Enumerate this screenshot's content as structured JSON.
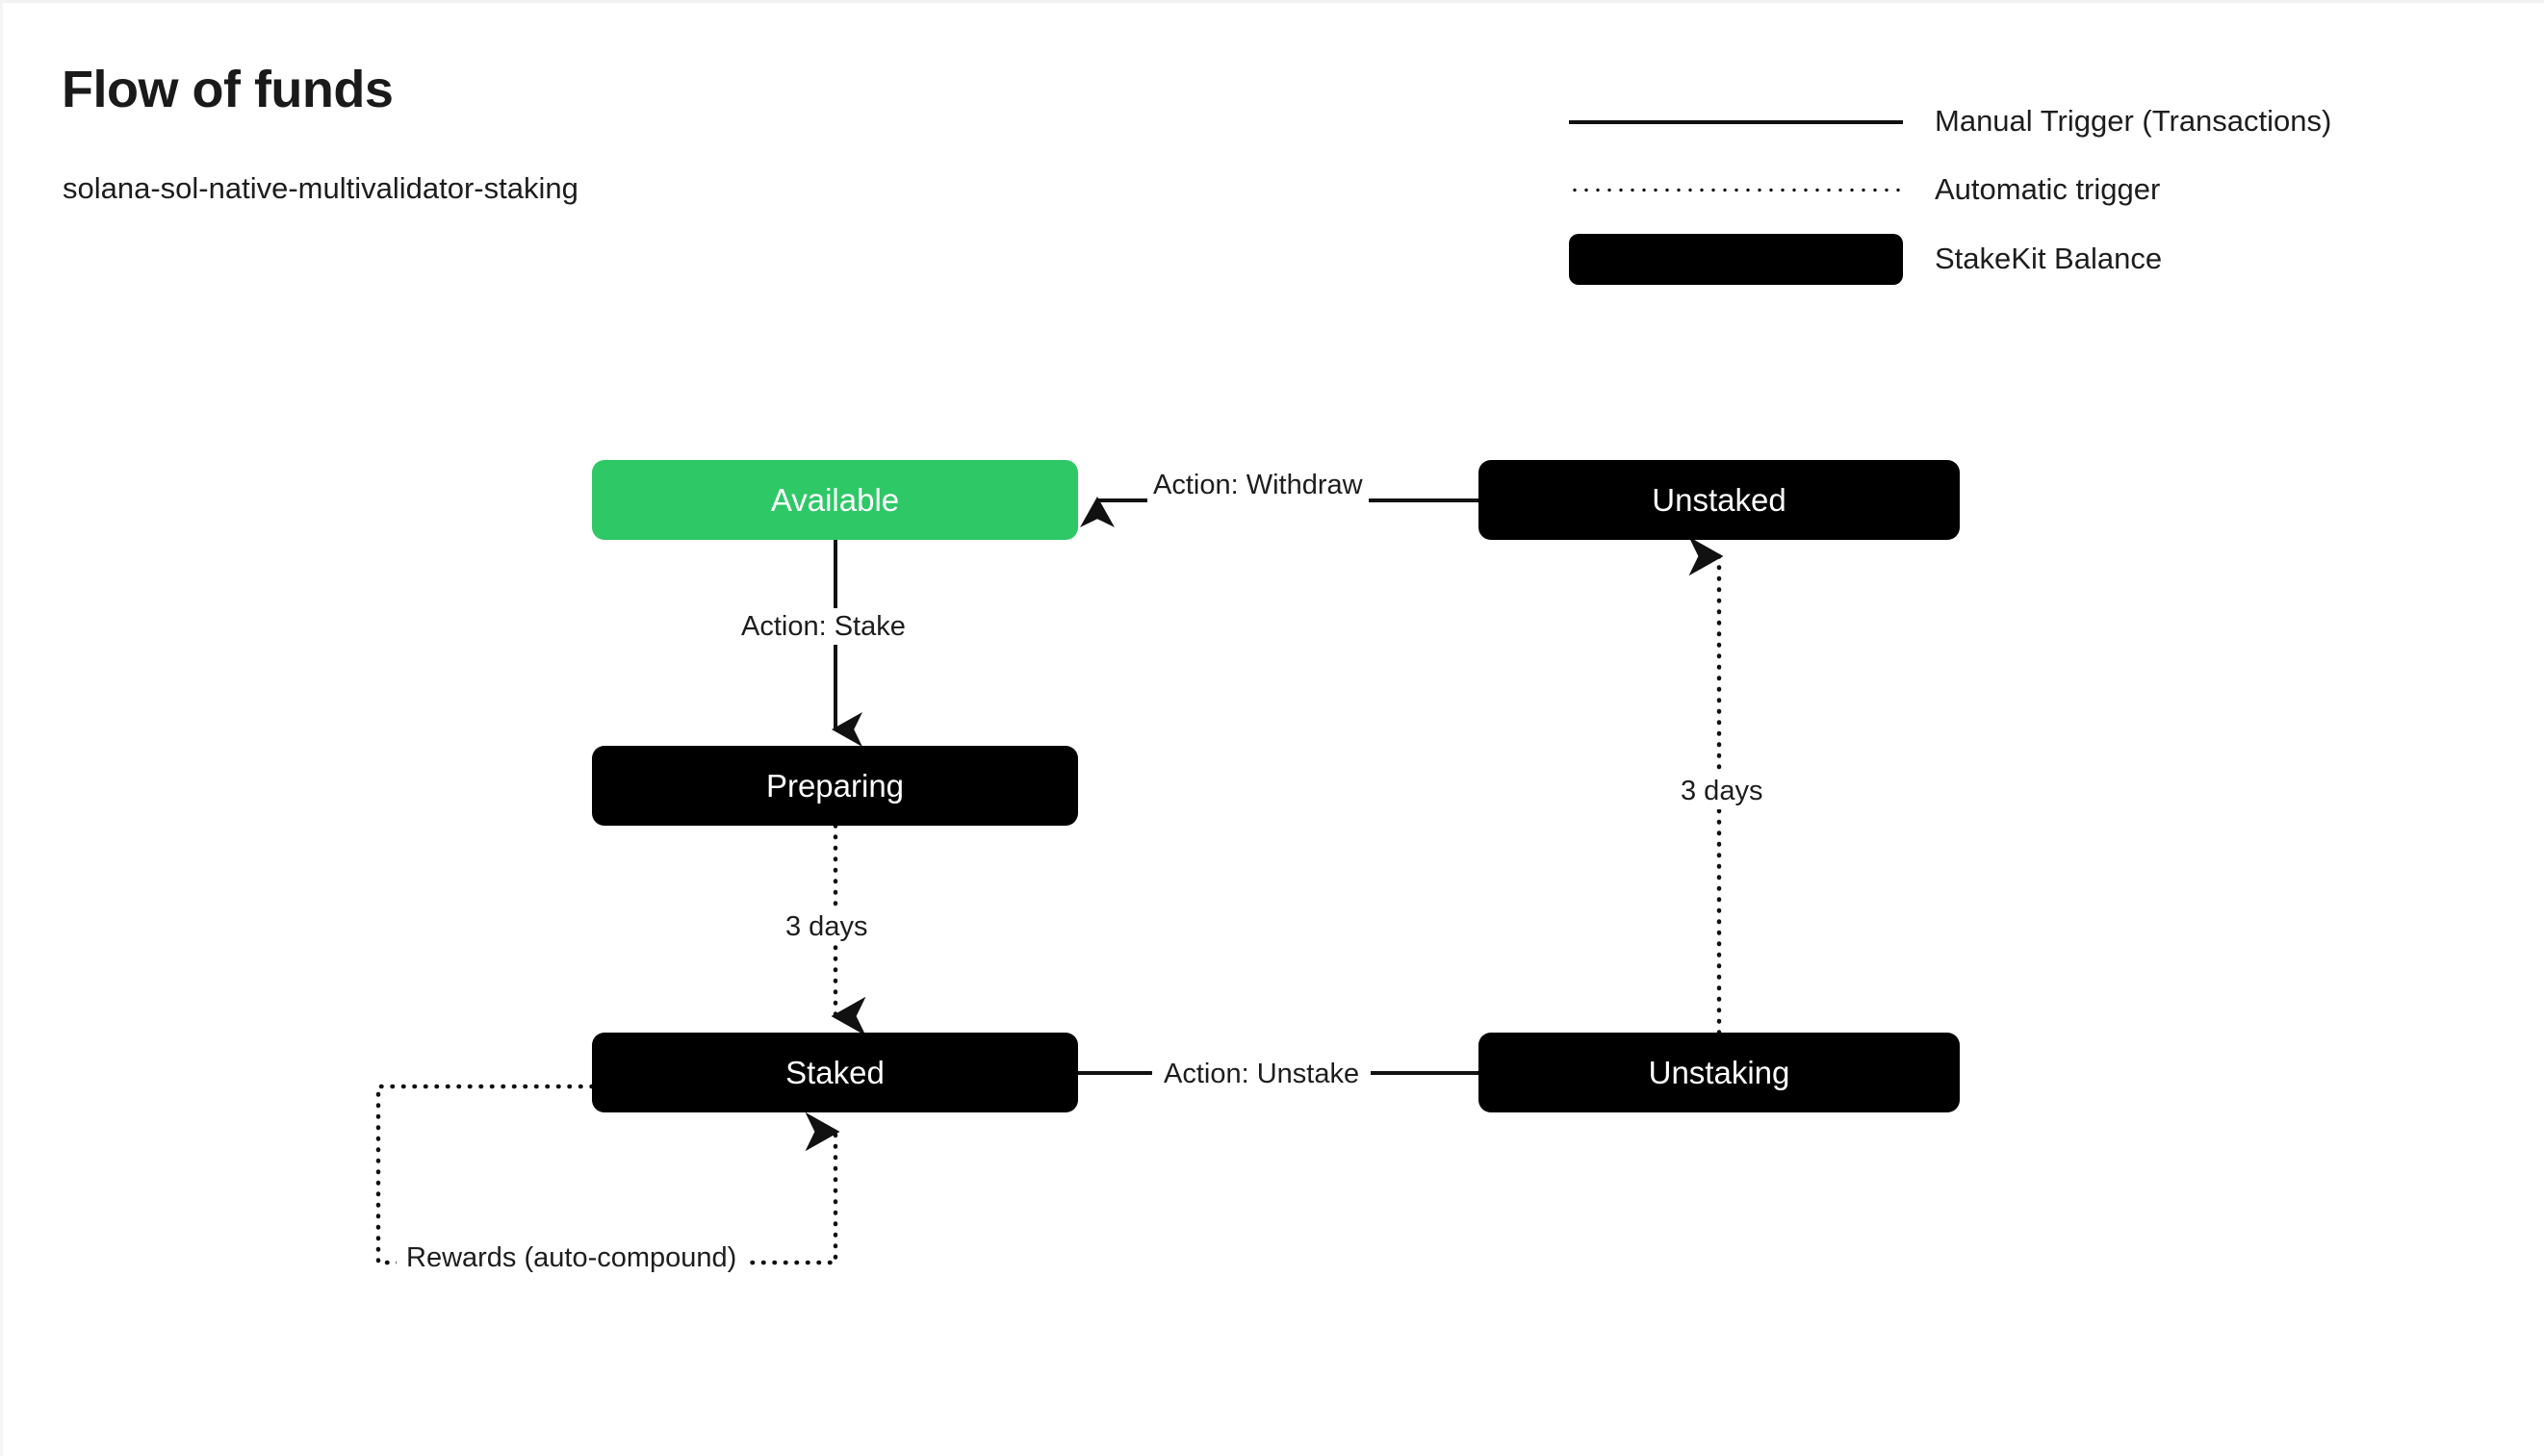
{
  "header": {
    "title": "Flow of funds",
    "subtitle": "solana-sol-native-multivalidator-staking"
  },
  "legend": {
    "items": [
      {
        "key": "solid-line",
        "label": "Manual Trigger (Transactions)"
      },
      {
        "key": "dotted-line",
        "label": "Automatic trigger"
      },
      {
        "key": "swatch",
        "label": "StakeKit Balance"
      }
    ]
  },
  "diagram": {
    "type": "state-flow",
    "nodes": [
      {
        "id": "available",
        "label": "Available",
        "style": "balance-highlight",
        "color": "#2ec866",
        "text_color": "#ffffff"
      },
      {
        "id": "preparing",
        "label": "Preparing",
        "style": "balance",
        "color": "#000000",
        "text_color": "#ffffff"
      },
      {
        "id": "staked",
        "label": "Staked",
        "style": "balance",
        "color": "#000000",
        "text_color": "#ffffff"
      },
      {
        "id": "unstaked",
        "label": "Unstaked",
        "style": "balance",
        "color": "#000000",
        "text_color": "#ffffff"
      },
      {
        "id": "unstaking",
        "label": "Unstaking",
        "style": "balance",
        "color": "#000000",
        "text_color": "#ffffff"
      }
    ],
    "edges": [
      {
        "id": "withdraw",
        "from": "unstaked",
        "to": "available",
        "label": "Action: Withdraw",
        "trigger": "manual"
      },
      {
        "id": "stake",
        "from": "available",
        "to": "preparing",
        "label": "Action: Stake",
        "trigger": "manual"
      },
      {
        "id": "preparing-days",
        "from": "preparing",
        "to": "staked",
        "label": "3 days",
        "trigger": "automatic"
      },
      {
        "id": "unstake",
        "from": "staked",
        "to": "unstaking",
        "label": "Action: Unstake",
        "trigger": "manual"
      },
      {
        "id": "unstaking-days",
        "from": "unstaking",
        "to": "unstaked",
        "label": "3 days",
        "trigger": "automatic"
      },
      {
        "id": "rewards",
        "from": "staked",
        "to": "staked",
        "label": "Rewards (auto-compound)",
        "trigger": "automatic"
      }
    ]
  },
  "colors": {
    "accent_green": "#2ec866",
    "node_dark": "#000000",
    "text": "#1d1d1d",
    "background": "#ffffff"
  }
}
